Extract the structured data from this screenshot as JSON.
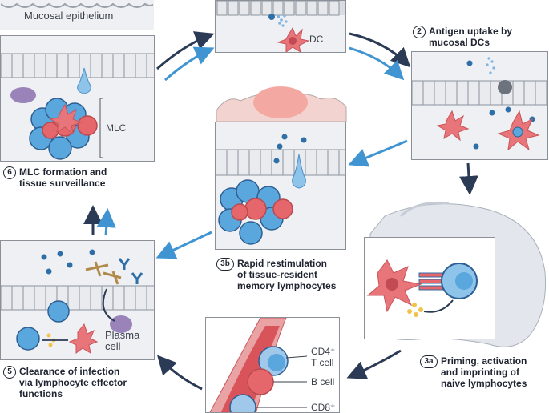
{
  "labels": {
    "mucosal_epithelium": "Mucosal epithelium",
    "dc": "DC",
    "mlc": "MLC",
    "plasma_cell": "Plasma\ncell",
    "cd4_t_cell": "CD4⁺\nT cell",
    "b_cell": "B cell",
    "cd8": "CD8⁺"
  },
  "steps": [
    {
      "num": "2",
      "text": "Antigen uptake by\nmucosal DCs"
    },
    {
      "num": "6",
      "text": "MLC formation and\ntissue surveillance"
    },
    {
      "num": "3b",
      "text": "Rapid restimulation\nof tissue-resident\nmemory lymphocytes"
    },
    {
      "num": "3a",
      "text": "Priming, activation\nand imprinting of\nnaive lymphocytes"
    },
    {
      "num": "5",
      "text": "Clearance of infection\nvia lymphocyte effector\nfunctions"
    }
  ],
  "colors": {
    "dark_arrow": "#2b3a55",
    "light_arrow": "#3f94d1",
    "t_cell": "#5aa7dd",
    "b_cell": "#e5676b",
    "dc": "#e8757a",
    "plasma": "#9a83b9",
    "epithelium": "#dfe2e7"
  }
}
